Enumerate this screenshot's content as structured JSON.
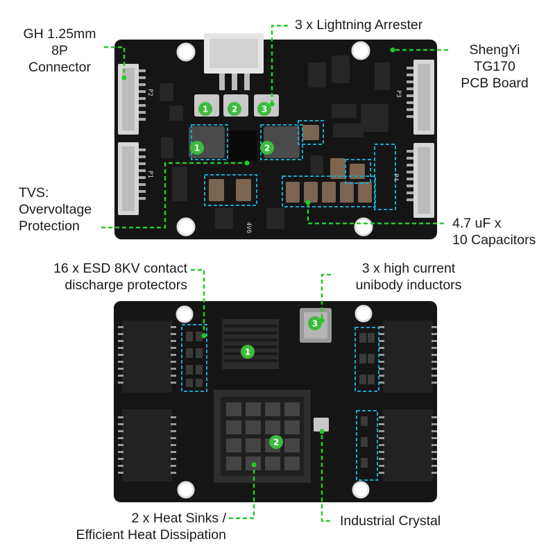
{
  "colors": {
    "background": "#ffffff",
    "pcb": "#151515",
    "leader": "#22cc22",
    "highlight_box": "#1aa6c9",
    "badge": "#3dbb3d",
    "text": "#1a1a1a"
  },
  "top_board": {
    "callouts": {
      "gh_connector": [
        "GH 1.25mm",
        "8P",
        "Connector"
      ],
      "lightning": "3 x Lightning Arrester",
      "pcb_board": [
        "ShengYi",
        "TG170",
        "PCB Board"
      ],
      "tvs": [
        "TVS:",
        "Overvoltage",
        "Protection"
      ],
      "capacitors": [
        "4.7 uF x",
        "10 Capacitors"
      ]
    },
    "badges": [
      "1",
      "2",
      "3",
      "1",
      "2"
    ]
  },
  "bottom_board": {
    "callouts": {
      "esd": [
        "16 x ESD 8KV contact",
        "discharge protectors"
      ],
      "inductors": [
        "3 x high current",
        "unibody inductors"
      ],
      "heat_sinks": [
        "2 x Heat Sinks /",
        "Efficient Heat Dissipation"
      ],
      "crystal": "Industrial Crystal"
    },
    "badges": [
      "1",
      "2",
      "3"
    ]
  }
}
